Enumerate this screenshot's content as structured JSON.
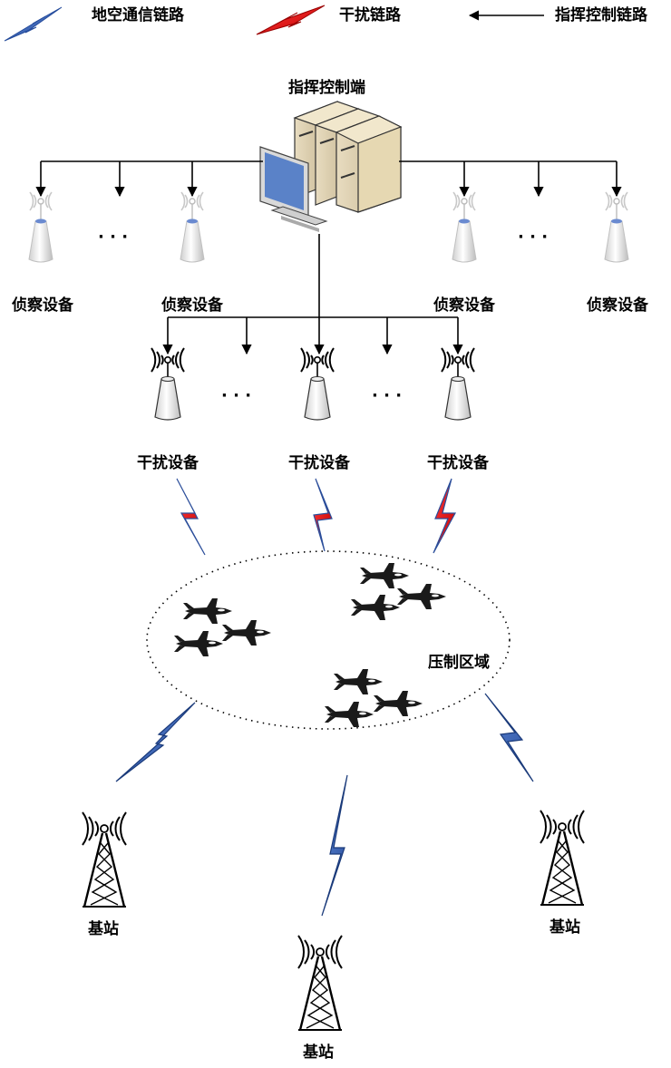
{
  "legend": {
    "air_ground_link": "地空通信链路",
    "jamming_link": "干扰链路",
    "command_link": "指挥控制链路"
  },
  "command_center": {
    "label": "指挥控制端"
  },
  "recon_devices": {
    "label": "侦察设备",
    "ellipsis": "· · ·"
  },
  "jammers": {
    "label": "干扰设备",
    "ellipsis": "· · ·"
  },
  "suppression_zone": {
    "label": "压制区域"
  },
  "base_stations": {
    "label": "基站"
  },
  "colors": {
    "air_ground_link": "#3a62b4",
    "jamming_link": "#e01010",
    "command_link": "#000000"
  }
}
